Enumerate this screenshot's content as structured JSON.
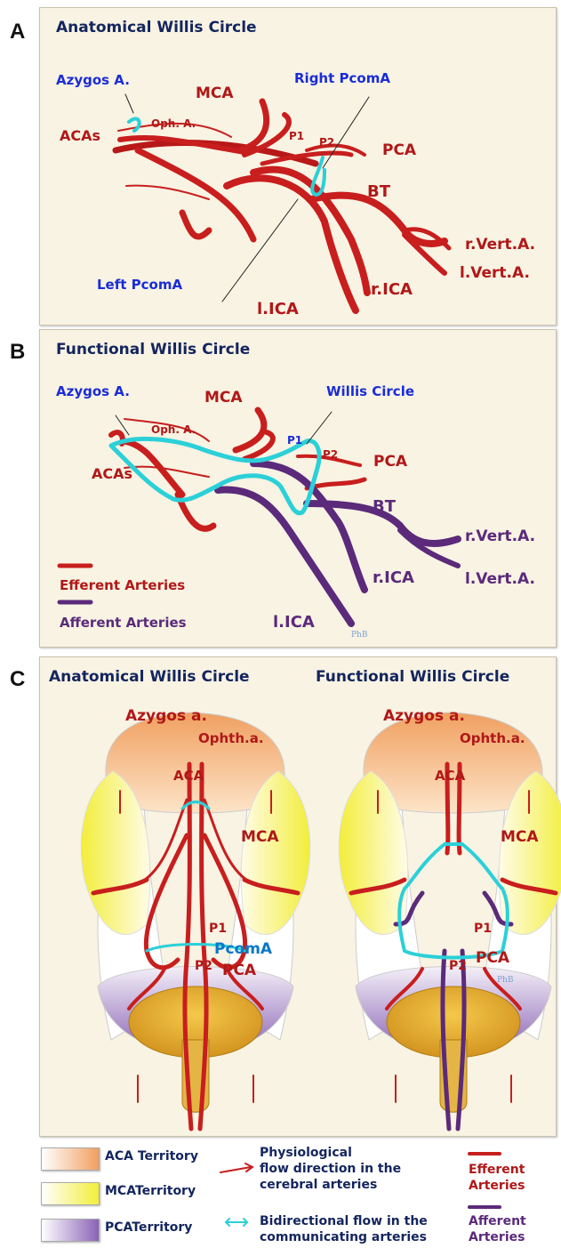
{
  "panels": {
    "A": {
      "letter": "A",
      "title": "Anatomical Willis Circle",
      "labels": {
        "azygos": "Azygos A.",
        "mca": "MCA",
        "right_pcoma": "Right PcomA",
        "acas": "ACAs",
        "oph": "Oph. A.",
        "p1": "P1",
        "p2": "P2",
        "pca": "PCA",
        "bt": "BT",
        "rvert": "r.Vert.A.",
        "lvert": "l.Vert.A.",
        "left_pcoma": "Left PcomA",
        "rica": "r.ICA",
        "lica": "l.ICA"
      }
    },
    "B": {
      "letter": "B",
      "title": "Functional Willis Circle",
      "labels": {
        "azygos": "Azygos A.",
        "mca": "MCA",
        "willis": "Willis Circle",
        "oph": "Oph. A.",
        "p1": "P1",
        "p2": "P2",
        "pca": "PCA",
        "acas": "ACAs",
        "bt": "BT",
        "rvert": "r.Vert.A.",
        "lvert": "l.Vert.A.",
        "efferent": "Efferent Arteries",
        "afferent": "Afferent Arteries",
        "rica": "r.ICA",
        "lica": "l.ICA",
        "sig": "PhB"
      }
    },
    "C": {
      "letter": "C",
      "left_title": "Anatomical Willis Circle",
      "right_title": "Functional Willis Circle",
      "labels": {
        "azygos": "Azygos a.",
        "ophth": "Ophth.a.",
        "aca": "ACA",
        "mca": "MCA",
        "p1": "P1",
        "p2": "P2",
        "pca": "PCA",
        "pcoma": "PcomA",
        "sig": "PhB"
      }
    }
  },
  "legend": {
    "aca_territory": "ACA Territory",
    "mca_territory": "MCATerritory",
    "pca_territory": "PCATerritory",
    "physio_1": "Physiological",
    "physio_2": "flow direction in the",
    "physio_3": "cerebral  arteries",
    "bidir_1": "Bidirectional flow in the",
    "bidir_2": "communicating arteries",
    "eff_1": "Efferent",
    "eff_2": "Arteries",
    "aff_1": "Afferent",
    "aff_2": "Arteries"
  },
  "colors": {
    "efferent": "#c81e1e",
    "afferent": "#5b2a7a",
    "communicating": "#2bd0d8",
    "aca_territory": "#f0a060",
    "mca_territory": "#f2ee3a",
    "pca_territory": "#8a63b5",
    "panel_bg": "#f8f3e3"
  }
}
